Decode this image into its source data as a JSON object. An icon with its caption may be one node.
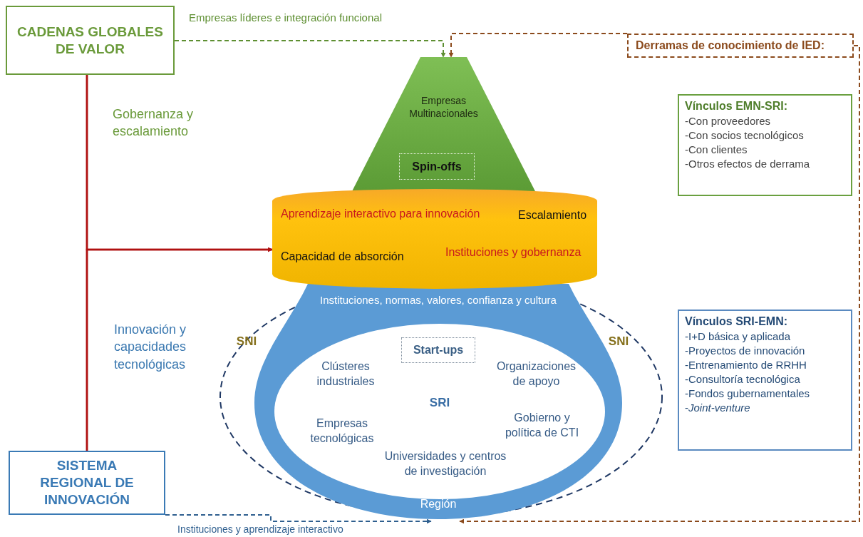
{
  "diagram": {
    "nodes": [
      {
        "text": [
          "CADENAS GLOBALES DE VALOR"
        ]
      },
      {
        "text": [
          "Derramas de conocimiento de IED:"
        ]
      },
      {
        "text": [
          "Empresas Multinacionales"
        ]
      },
      {
        "text": [
          "Spin-offs"
        ],
        "in": 2
      },
      {
        "text": [
          "Aprendizaje interactivo para innovación",
          "Escalamiento",
          "Capacidad de absorción",
          "Instituciones y gobernanza"
        ]
      },
      {
        "text": [
          "Vínculos EMN-SRI:",
          "-Con proveedores",
          "-Con socios tecnológicos",
          "-Con clientes",
          "-Otros efectos de derrama"
        ]
      },
      {
        "text": [
          "SNI",
          "SNI"
        ]
      },
      {
        "text": [
          "Instituciones, normas, valores, confianza y cultura",
          "Región"
        ],
        "in": 6
      },
      {
        "text": [
          "Clústeres industriales",
          "SRI",
          "Organizaciones de apoyo",
          "Empresas tecnológicas",
          "Gobierno y política de CTI",
          "Universidades y centros de investigación"
        ],
        "in": 7
      },
      {
        "text": [
          "Start-ups"
        ],
        "in": 8
      },
      {
        "text": [
          "Vínculos SRI-EMN:",
          "-I+D básica y aplicada",
          "-Proyectos de innovación",
          "-Entrenamiento de RRHH",
          "-Consultoría tecnológica",
          "-Fondos gubernamentales",
          "-*Joint-venture*"
        ]
      },
      {
        "text": [
          "SISTEMA REGIONAL DE INNOVACIÓN"
        ]
      }
    ],
    "edges": [
      {
        "from": 0,
        "to": 2,
        "arrow": "to",
        "label": "Empresas líderes e integración funcional",
        "style": "dashed",
        "color": "#5e8f32"
      },
      {
        "from": 1,
        "to": 2,
        "arrow": "to",
        "style": "dashed",
        "color": "#8b4a1c"
      },
      {
        "from": 1,
        "to": 7,
        "arrow": "to",
        "style": "dashed",
        "color": "#8b4a1c"
      },
      {
        "from": 11,
        "to": 7,
        "arrow": "to",
        "label": "Instituciones y aprendizaje interactivo",
        "style": "dashed",
        "color": "#2f5f8f"
      },
      {
        "from": 0,
        "to": 11,
        "arrow": "none",
        "color": "#b01010"
      },
      {
        "from": 0,
        "to": 4,
        "arrow": "to",
        "color": "#b01010"
      },
      {
        "from": 11,
        "to": 4,
        "arrow": "to",
        "color": "#b01010"
      }
    ],
    "labels": [
      "Gobernanza y escalamiento",
      "Innovación y capacidades tecnológicas"
    ]
  }
}
